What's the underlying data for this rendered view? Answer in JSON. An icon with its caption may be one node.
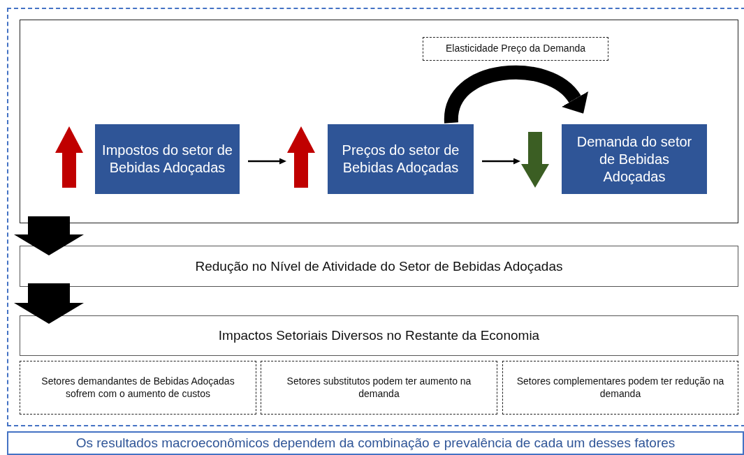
{
  "diagram": {
    "nodes": [
      {
        "text": [],
        "shape": "box"
      },
      {
        "text": [
          "Elasticidade Preço da Demanda"
        ],
        "in": 0
      },
      {
        "text": [],
        "shape": "arrow",
        "in": 0
      },
      {
        "text": [
          "Impostos do setor de Bebidas Adoçadas"
        ],
        "in": 0
      },
      {
        "text": [],
        "shape": "arrow",
        "in": 0
      },
      {
        "text": [
          "Preços do setor de Bebidas Adoçadas"
        ],
        "in": 0
      },
      {
        "text": [],
        "shape": "arrow",
        "in": 0
      },
      {
        "text": [
          "Demanda do setor de Bebidas Adoçadas"
        ],
        "in": 0
      },
      {
        "text": [
          "Redução no Nível de Atividade do Setor de Bebidas Adoçadas"
        ]
      },
      {
        "text": [
          "Impactos Setoriais Diversos no Restante da Economia"
        ]
      },
      {
        "text": [
          "Setores demandantes de Bebidas Adoçadas sofrem com o aumento de custos"
        ]
      },
      {
        "text": [
          "Setores substitutos podem ter aumento na demanda"
        ]
      },
      {
        "text": [
          "Setores complementares podem ter redução na demanda"
        ]
      },
      {
        "text": [
          "Os resultados macroeconômicos dependem da combinação e prevalência de cada um desses fatores"
        ]
      }
    ],
    "edges": [
      {
        "from": 3,
        "to": 4,
        "arrow": "to"
      },
      {
        "from": 5,
        "to": 6,
        "arrow": "to"
      },
      {
        "from": 5,
        "to": 7,
        "arrow": "to"
      },
      {
        "from": 0,
        "to": 8,
        "arrow": "to",
        "style": "thick"
      },
      {
        "from": 8,
        "to": 9,
        "arrow": "to",
        "style": "thick"
      }
    ]
  }
}
